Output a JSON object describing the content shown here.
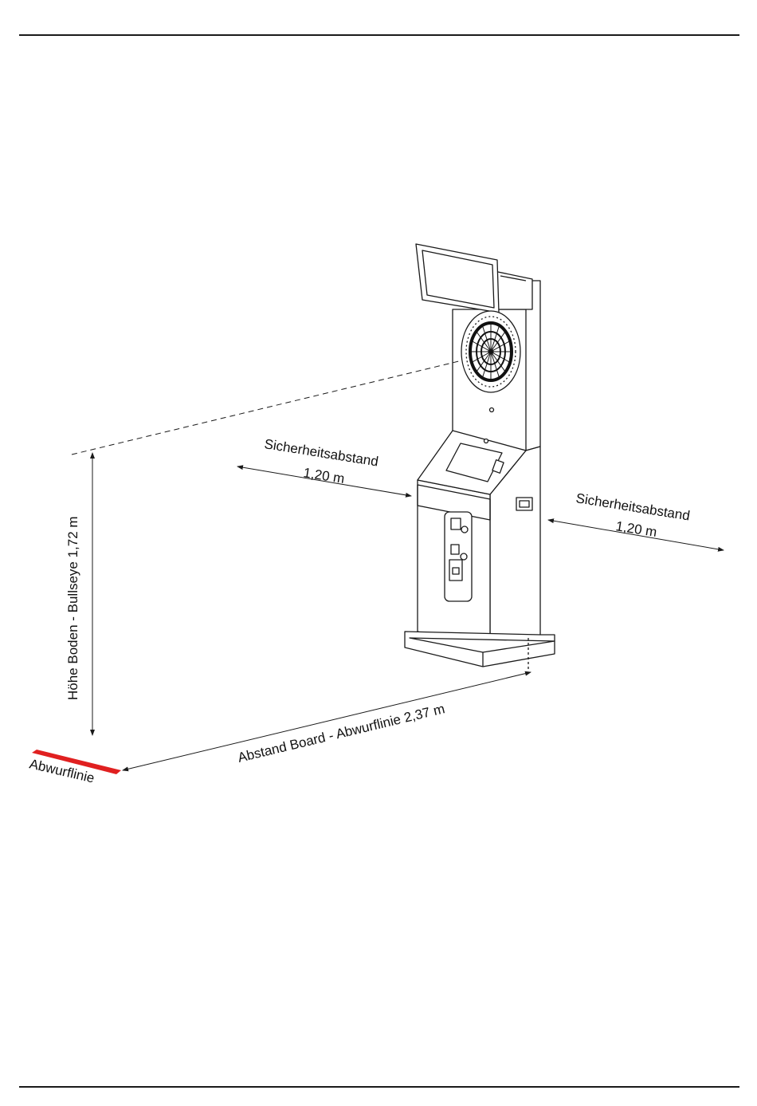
{
  "labels": {
    "safety_left_title": "Sicherheitsabstand",
    "safety_left_value": "1,20 m",
    "safety_right_title": "Sicherheitsabstand",
    "safety_right_value": "1,20 m",
    "height": "Höhe Boden - Bullseye 1,72 m",
    "distance": "Abstand Board - Abwurflinie 2,37 m",
    "throw_line": "Abwurflinie"
  },
  "colors": {
    "line": "#1a1a1a",
    "throw_line": "#e02020",
    "screen": "#ffffff",
    "board_ring": "#111111"
  },
  "icons": [
    "dartboard-icon",
    "coin-slot-icon",
    "arrowhead-icon"
  ]
}
